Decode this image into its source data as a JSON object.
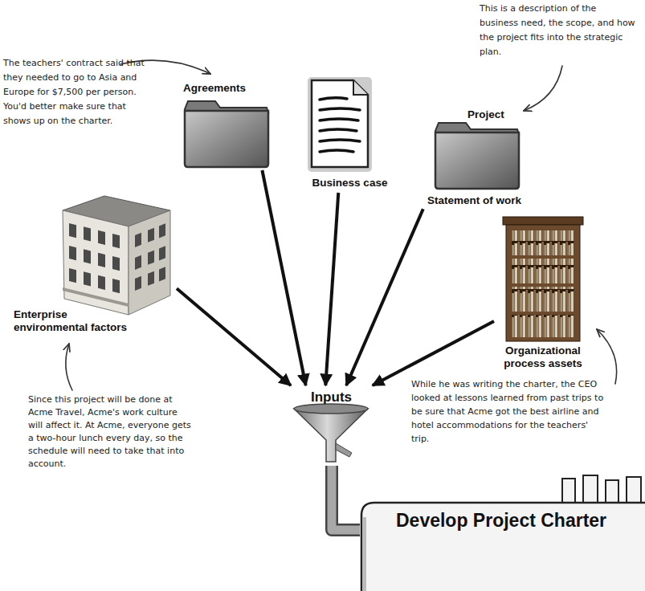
{
  "diagram": {
    "nodes": [
      {
        "text": [
          "Agreements"
        ]
      },
      {
        "text": [
          "Business case"
        ]
      },
      {
        "text": [
          "Project",
          "Statement of work"
        ]
      },
      {
        "text": [
          "Enterprise environmental factors"
        ]
      },
      {
        "text": [
          "Organizational process assets"
        ]
      },
      {
        "text": [
          "Inputs"
        ]
      },
      {
        "text": [
          "Develop Project Charter"
        ]
      }
    ],
    "edges": [
      {
        "from": 0,
        "to": 5,
        "arrow": "to"
      },
      {
        "from": 1,
        "to": 5,
        "arrow": "to"
      },
      {
        "from": 2,
        "to": 5,
        "arrow": "to"
      },
      {
        "from": 3,
        "to": 5,
        "arrow": "to"
      },
      {
        "from": 4,
        "to": 5,
        "arrow": "to"
      },
      {
        "from": 5,
        "to": 6,
        "arrow": "none"
      }
    ],
    "labels": [
      "The teachers' contract said that they needed to go to Asia and Europe for $7,500 per person. You'd better make sure that shows up on the charter.",
      "This is a description of the business need, the scope, and how the project fits into the strategic plan.",
      "Since this project will be done at Acme Travel, Acme's work culture will affect it. At Acme, everyone gets a two-hour lunch every day, so the schedule will need to take that into account.",
      "While he was writing the charter, the CEO looked at lessons learned from past trips to be sure that Acme got the best airline and hotel accommodations for the teachers' trip."
    ]
  }
}
